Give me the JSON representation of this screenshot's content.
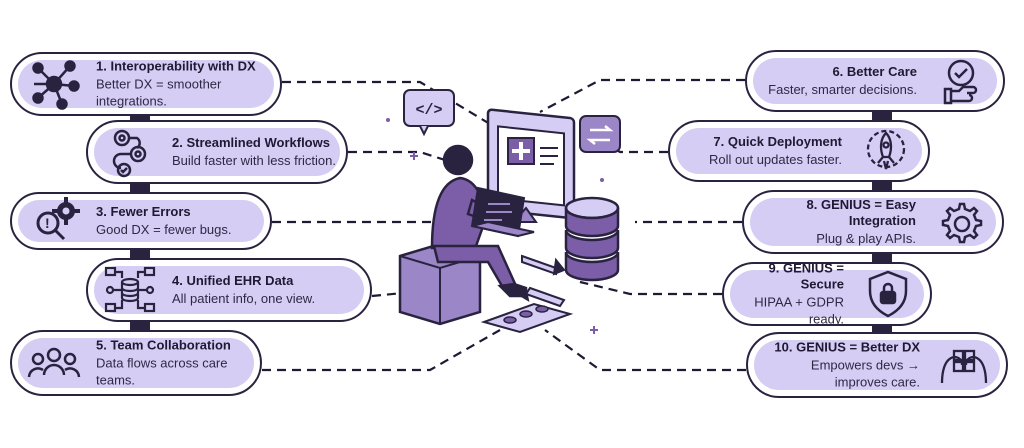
{
  "left_items": [
    {
      "title": "1. Interoperability with DX",
      "desc": "Better DX = smoother integrations.",
      "icon": "network-nodes-icon"
    },
    {
      "title": "2. Streamlined  Workflows",
      "desc": "Build faster with less friction.",
      "icon": "workflow-gears-icon"
    },
    {
      "title": "3. Fewer Errors",
      "desc": "Good DX = fewer bugs.",
      "icon": "gear-search-icon"
    },
    {
      "title": "4. Unified EHR Data",
      "desc": "All patient info, one view.",
      "icon": "database-hub-icon"
    },
    {
      "title": "5. Team Collaboration",
      "desc": "Data flows across care teams.",
      "icon": "team-people-icon"
    }
  ],
  "right_items": [
    {
      "title": "6. Better Care",
      "desc": "Faster, smarter decisions.",
      "icon": "thumbs-up-check-icon"
    },
    {
      "title": "7. Quick Deployment",
      "desc": "Roll out updates faster.",
      "icon": "rocket-gear-icon"
    },
    {
      "title": "8. GENIUS = Easy Integration",
      "desc": "Plug & play APIs.",
      "icon": "gear-puzzle-icon"
    },
    {
      "title": "9. GENIUS = Secure",
      "desc": "HIPAA + GDPR ready.",
      "icon": "shield-lock-icon"
    },
    {
      "title": "10. GENIUS = Better DX",
      "desc": "Empowers devs → improves care.",
      "icon": "puzzle-heads-icon"
    }
  ],
  "illustration": {
    "code_bubble": "</>",
    "colors": {
      "accent": "#7b5ea7",
      "light": "#d6cdf4",
      "dark": "#2a2340",
      "mid": "#9b86c7"
    }
  }
}
